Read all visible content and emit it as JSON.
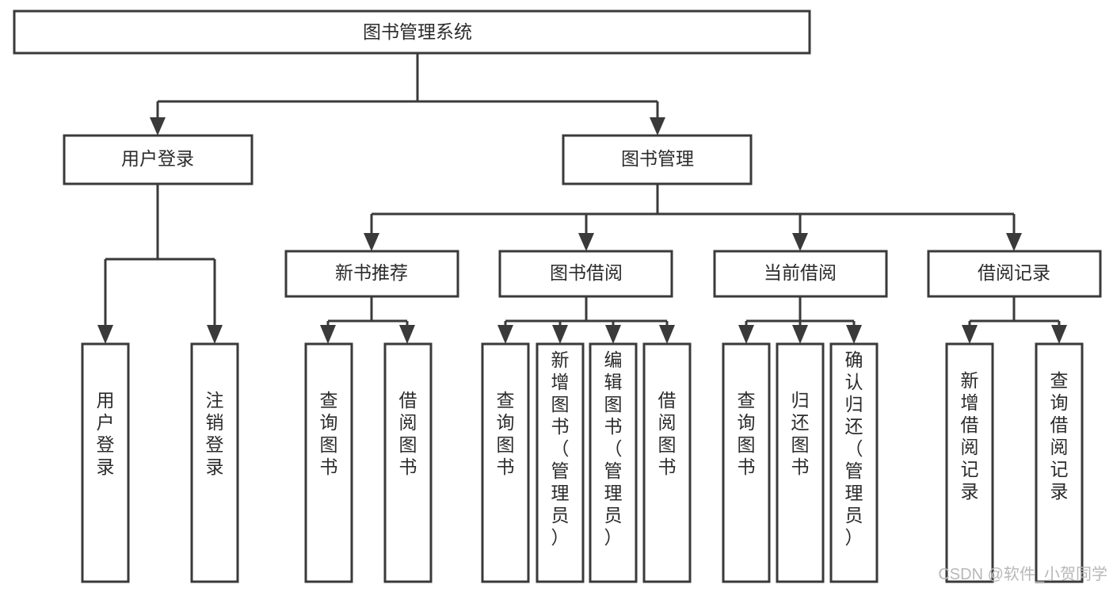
{
  "diagram": {
    "title": "图书管理系统",
    "type": "hierarchy-tree",
    "orientation": "top-down",
    "colors": {
      "box_stroke": "#3a3a3a",
      "box_fill": "#ffffff",
      "connector": "#3a3a3a",
      "text": "#2b2b2b",
      "background": "#ffffff",
      "watermark": "#b8b8b8"
    },
    "levels": {
      "level1": [
        {
          "id": "root",
          "label": "图书管理系统",
          "orientation": "horizontal"
        }
      ],
      "level2": [
        {
          "id": "user-login",
          "label": "用户登录",
          "orientation": "horizontal"
        },
        {
          "id": "book-manage",
          "label": "图书管理",
          "orientation": "horizontal"
        }
      ],
      "level3": [
        {
          "id": "new-book-rec",
          "label": "新书推荐",
          "orientation": "horizontal"
        },
        {
          "id": "book-borrow",
          "label": "图书借阅",
          "orientation": "horizontal"
        },
        {
          "id": "current-borrow",
          "label": "当前借阅",
          "orientation": "horizontal"
        },
        {
          "id": "borrow-record",
          "label": "借阅记录",
          "orientation": "horizontal"
        }
      ],
      "level4": [
        {
          "id": "leaf-user-login",
          "label": "用户登录",
          "orientation": "vertical",
          "parent": "user-login"
        },
        {
          "id": "leaf-logout",
          "label": "注销登录",
          "orientation": "vertical",
          "parent": "user-login"
        },
        {
          "id": "leaf-query-book-rec",
          "label": "查询图书",
          "orientation": "vertical",
          "parent": "new-book-rec"
        },
        {
          "id": "leaf-borrow-book-rec",
          "label": "借阅图书",
          "orientation": "vertical",
          "parent": "new-book-rec"
        },
        {
          "id": "leaf-query-book-borrow",
          "label": "查询图书",
          "orientation": "vertical",
          "parent": "book-borrow"
        },
        {
          "id": "leaf-add-book",
          "label": "新增图书（管理员）",
          "orientation": "vertical",
          "parent": "book-borrow"
        },
        {
          "id": "leaf-edit-book",
          "label": "编辑图书（管理员）",
          "orientation": "vertical",
          "parent": "book-borrow"
        },
        {
          "id": "leaf-borrow-book",
          "label": "借阅图书",
          "orientation": "vertical",
          "parent": "book-borrow"
        },
        {
          "id": "leaf-query-book-current",
          "label": "查询图书",
          "orientation": "vertical",
          "parent": "current-borrow"
        },
        {
          "id": "leaf-return-book",
          "label": "归还图书",
          "orientation": "vertical",
          "parent": "current-borrow"
        },
        {
          "id": "leaf-confirm-return",
          "label": "确认归还（管理员）",
          "orientation": "vertical",
          "parent": "current-borrow"
        },
        {
          "id": "leaf-add-record",
          "label": "新增借阅记录",
          "orientation": "vertical",
          "parent": "borrow-record"
        },
        {
          "id": "leaf-query-record",
          "label": "查询借阅记录",
          "orientation": "vertical",
          "parent": "borrow-record"
        }
      ]
    }
  },
  "watermark": {
    "text": "CSDN @软件_小贺同学"
  }
}
